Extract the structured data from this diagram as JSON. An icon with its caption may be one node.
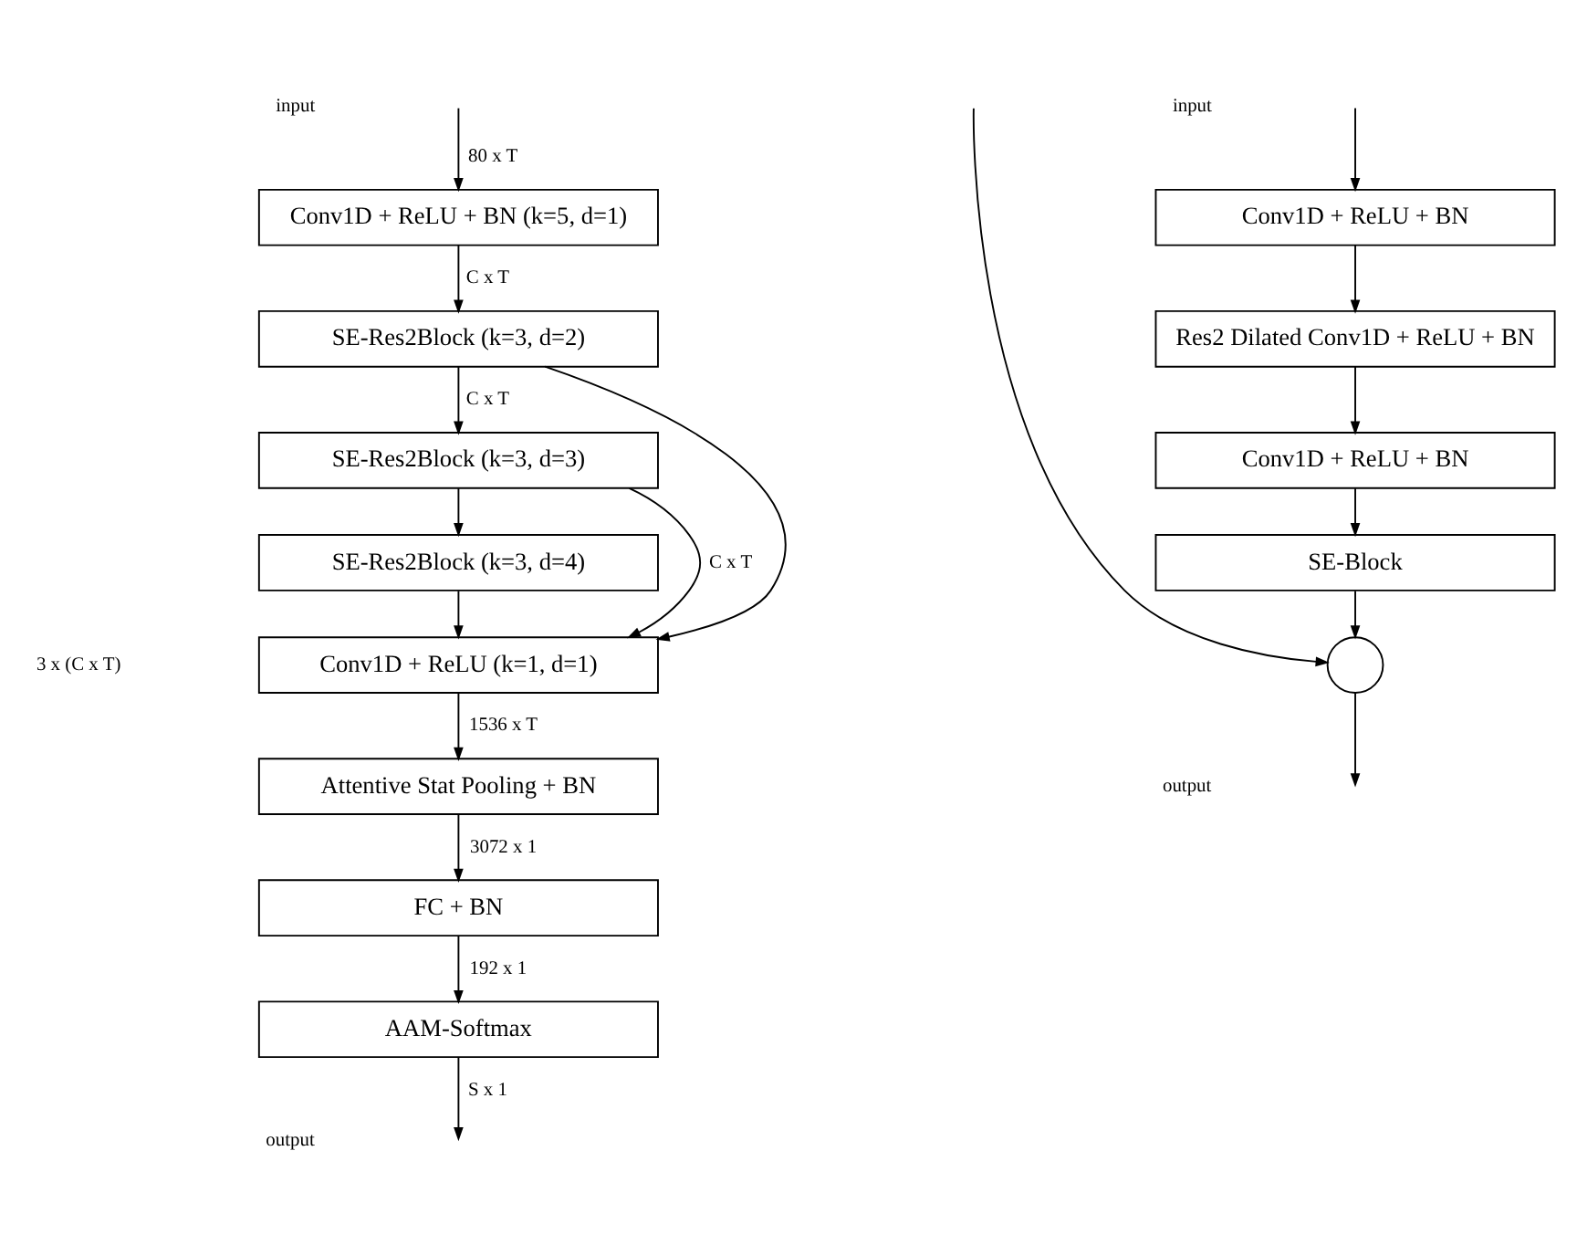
{
  "diagram": {
    "nodes": [
      {
        "text": [
          "Conv1D + ReLU + BN (k=5, d=1)"
        ]
      },
      {
        "text": [
          "SE-Res2Block (k=3, d=2)"
        ]
      },
      {
        "text": [
          "SE-Res2Block (k=3, d=3)"
        ]
      },
      {
        "text": [
          "SE-Res2Block (k=3, d=4)"
        ]
      },
      {
        "text": [
          "Conv1D + ReLU (k=1, d=1)"
        ]
      },
      {
        "text": [
          "Attentive Stat Pooling + BN"
        ]
      },
      {
        "text": [
          "FC + BN"
        ]
      },
      {
        "text": [
          "AAM-Softmax"
        ]
      },
      {
        "text": [
          "Conv1D + ReLU + BN"
        ]
      },
      {
        "text": [
          "Res2 Dilated Conv1D + ReLU + BN"
        ]
      },
      {
        "text": [
          "Conv1D + ReLU + BN"
        ]
      },
      {
        "text": [
          "SE-Block"
        ]
      },
      {
        "text": [],
        "shape": "circle"
      }
    ],
    "edges": [
      {
        "from": null,
        "to": 0,
        "arrow": "to",
        "label": "80 x T"
      },
      {
        "from": 0,
        "to": 1,
        "arrow": "to",
        "label": "C x T"
      },
      {
        "from": 1,
        "to": 2,
        "arrow": "to",
        "label": "C x T"
      },
      {
        "from": 2,
        "to": 3,
        "arrow": "to"
      },
      {
        "from": 3,
        "to": 4,
        "arrow": "to"
      },
      {
        "from": 1,
        "to": 4,
        "arrow": "to"
      },
      {
        "from": 2,
        "to": 4,
        "arrow": "to",
        "label": "C x T"
      },
      {
        "from": 4,
        "to": 5,
        "arrow": "to",
        "label": "1536 x T"
      },
      {
        "from": 5,
        "to": 6,
        "arrow": "to",
        "label": "3072 x 1"
      },
      {
        "from": 6,
        "to": 7,
        "arrow": "to",
        "label": "192 x 1"
      },
      {
        "from": 7,
        "to": null,
        "arrow": "to",
        "label": "S x 1"
      },
      {
        "from": null,
        "to": 8,
        "arrow": "to"
      },
      {
        "from": 8,
        "to": 9,
        "arrow": "to"
      },
      {
        "from": 9,
        "to": 10,
        "arrow": "to"
      },
      {
        "from": 10,
        "to": 11,
        "arrow": "to"
      },
      {
        "from": 11,
        "to": 12,
        "arrow": "to"
      },
      {
        "from": null,
        "to": 12,
        "arrow": "to"
      },
      {
        "from": 12,
        "to": null,
        "arrow": "to"
      }
    ],
    "labels": [
      "input",
      "3 x (C x T)",
      "output",
      "input",
      "output"
    ]
  }
}
